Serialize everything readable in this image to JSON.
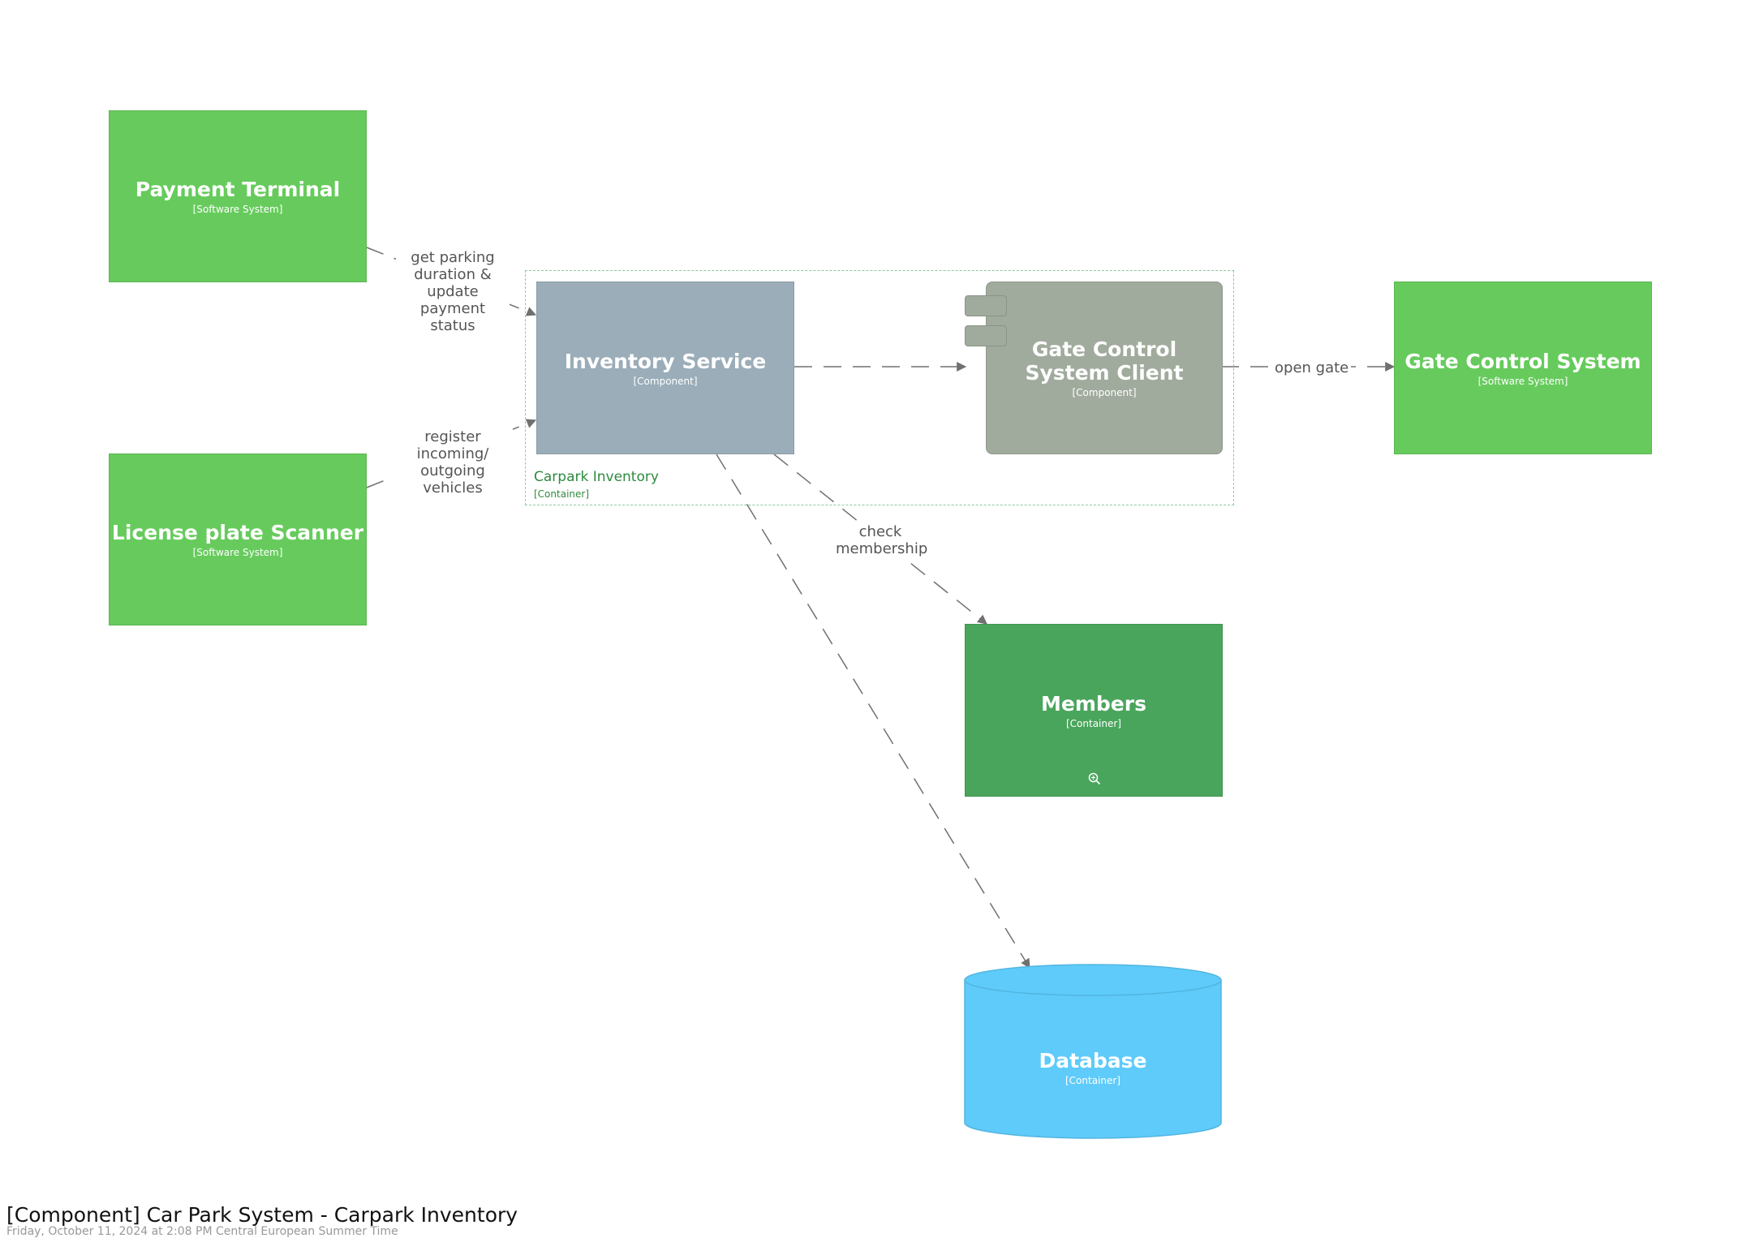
{
  "elements": {
    "payment_terminal": {
      "name": "Payment Terminal",
      "type": "[Software System]"
    },
    "license_plate_scanner": {
      "name": "License plate Scanner",
      "type": "[Software System]"
    },
    "inventory_service": {
      "name": "Inventory Service",
      "type": "[Component]"
    },
    "gate_control_client": {
      "name": "Gate Control System Client",
      "type": "[Component]"
    },
    "gate_control_system": {
      "name": "Gate Control System",
      "type": "[Software System]"
    },
    "members": {
      "name": "Members",
      "type": "[Container]"
    },
    "database": {
      "name": "Database",
      "type": "[Container]"
    }
  },
  "boundary": {
    "name": "Carpark Inventory",
    "type": "[Container]"
  },
  "relationships": {
    "payment": "get parking duration & update payment status",
    "scanner": "register incoming/ outgoing vehicles",
    "gate": "open gate",
    "members": "check membership"
  },
  "footer": {
    "title": "[Component] Car Park System - Carpark Inventory",
    "subtitle": "Friday, October 11, 2024 at 2:08 PM Central European Summer Time"
  },
  "colors": {
    "software_system": "#66cb5c",
    "container": "#4aa55c",
    "component_service": "#9aadb8",
    "component_client": "#a1ab9d",
    "database": "#5ecbfa",
    "boundary": "#8ec9a3",
    "arrow": "#707070"
  },
  "icons": {
    "zoom": "zoom-in-icon"
  }
}
